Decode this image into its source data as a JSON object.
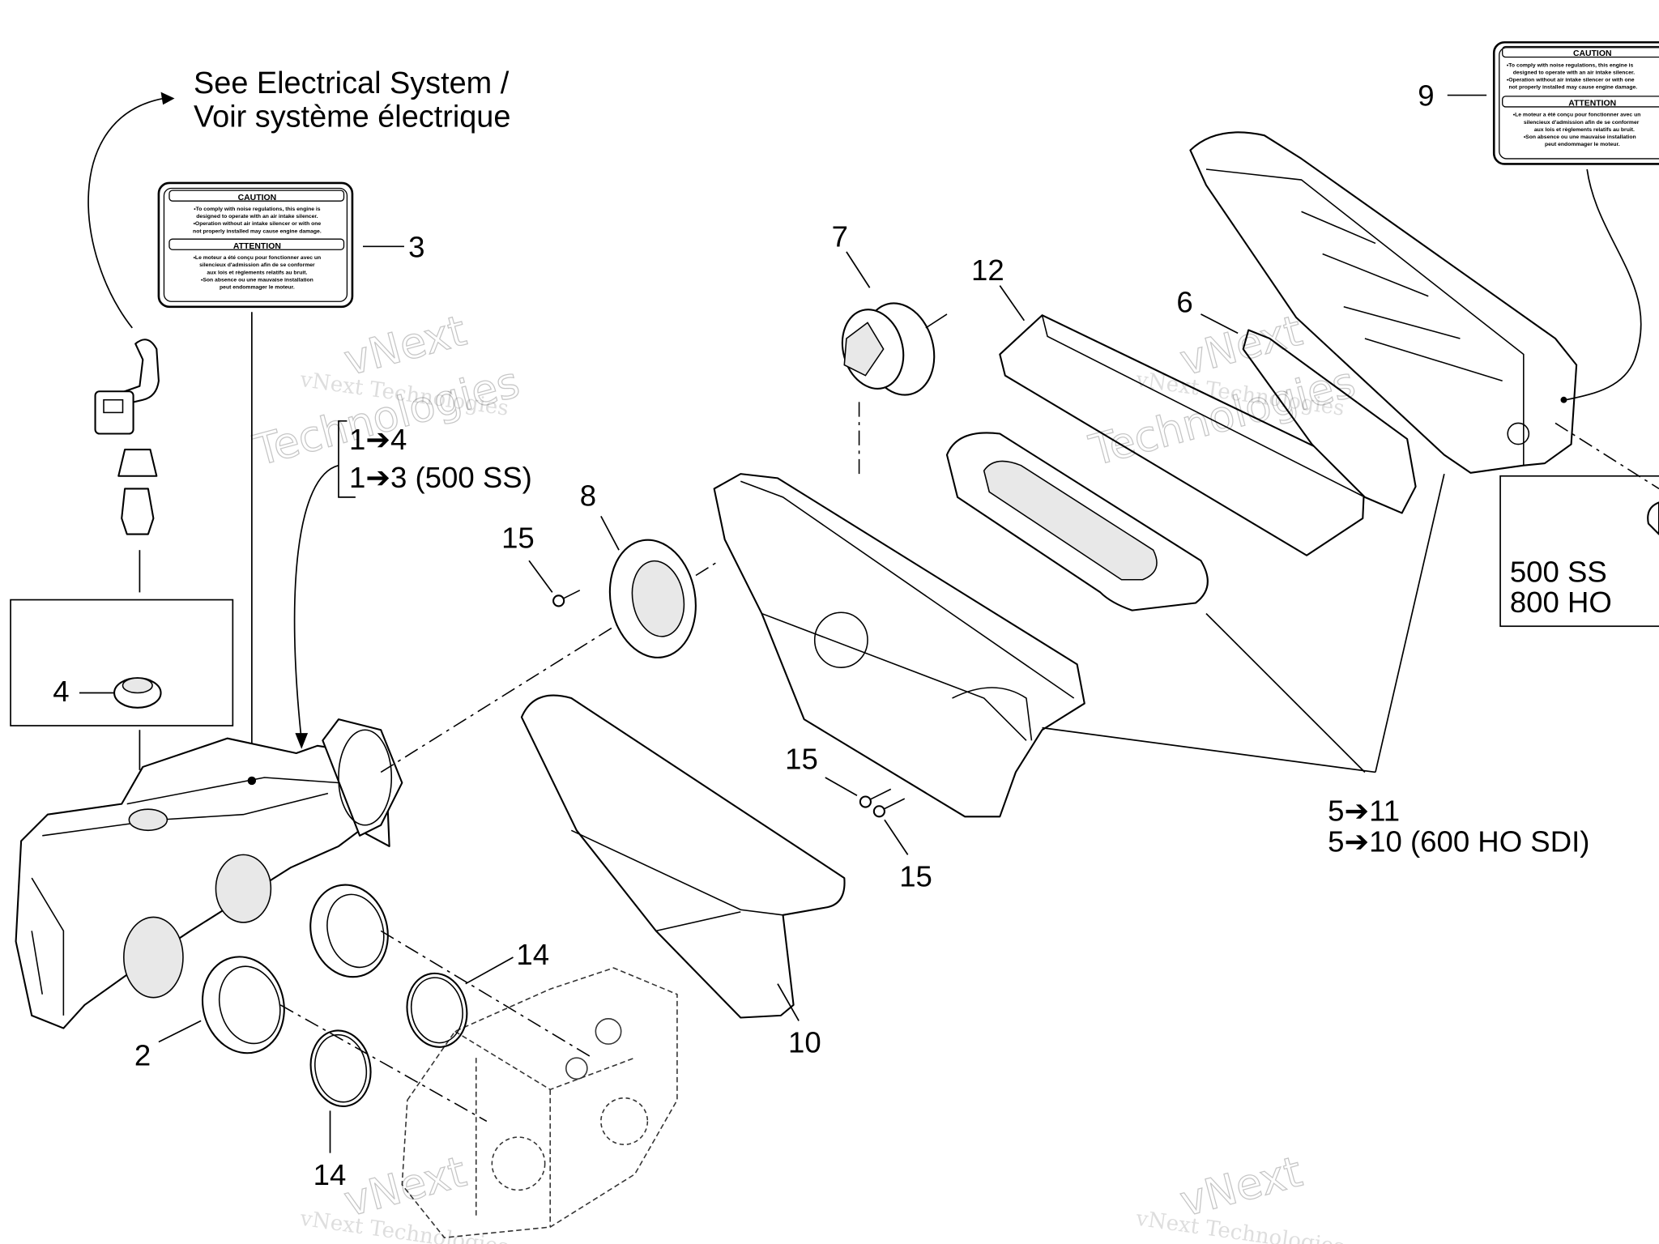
{
  "notes": {
    "electrical_line1": "See Electrical System /",
    "electrical_line2": "Voir système électrique",
    "range_1a": "1➔4",
    "range_1b": "1➔3 (500 SS)",
    "range_5a": "5➔11",
    "range_5b": "5➔10 (600 HO SDI)",
    "model_1": "500 SS",
    "model_2": "800 HO"
  },
  "callouts": {
    "c2": "2",
    "c3": "3",
    "c4": "4",
    "c6": "6",
    "c7": "7",
    "c8": "8",
    "c9": "9",
    "c10": "10",
    "c12": "12",
    "c14a": "14",
    "c14b": "14",
    "c15a": "15",
    "c15b": "15",
    "c15c": "15"
  },
  "caution_label": {
    "title": "CAUTION",
    "en1": "•To comply with noise regulations, this engine is",
    "en2": "designed to operate with an air intake silencer.",
    "en3": "•Operation without air intake silencer or with one",
    "en4": "not properly installed may cause engine damage.",
    "title_fr": "ATTENTION",
    "fr1": "•Le moteur a été conçu pour fonctionner avec un",
    "fr2": "silencieux d'admission afin de se conformer",
    "fr3": "aux lois et règlements relatifs au bruit.",
    "fr4": "•Son absence ou une mauvaise installation",
    "fr5": "peut endommager le moteur."
  },
  "watermark": {
    "line1": "vNext Technologies",
    "word1": "vNext",
    "word2": "Technologies"
  }
}
